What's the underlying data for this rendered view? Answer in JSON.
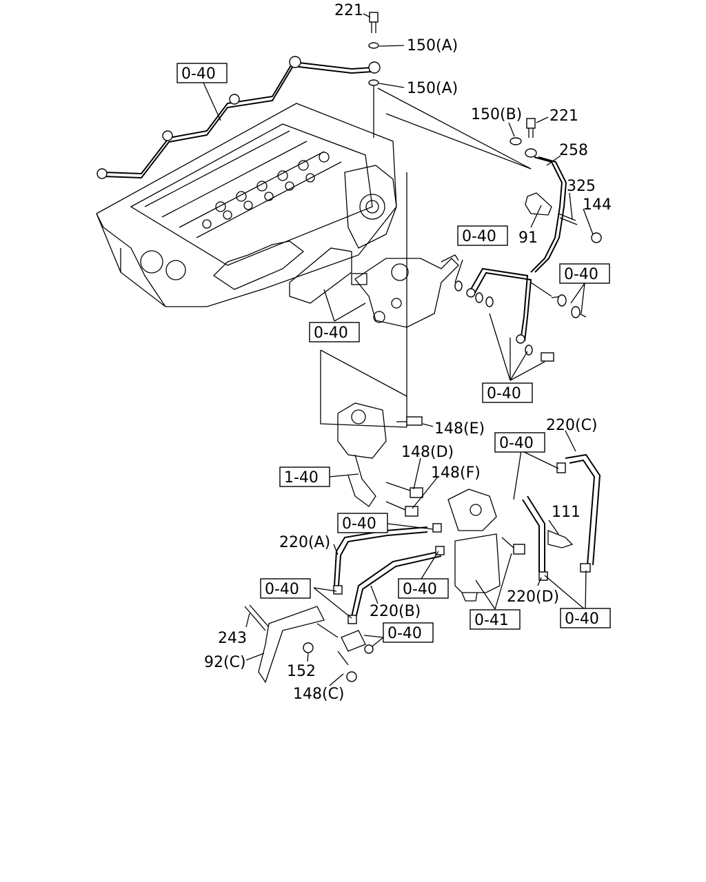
{
  "callouts": {
    "p221_top": "221",
    "p150a_1": "150(A)",
    "p150a_2": "150(A)",
    "p150b": "150(B)",
    "p221_right": "221",
    "p258": "258",
    "p325": "325",
    "p144": "144",
    "p91": "91",
    "p148e": "148(E)",
    "p148d": "148(D)",
    "p148f": "148(F)",
    "p220c": "220(C)",
    "p220a": "220(A)",
    "p220b": "220(B)",
    "p220d": "220(D)",
    "p111": "111",
    "p243": "243",
    "p92c": "92(C)",
    "p152": "152",
    "p148c": "148(C)"
  },
  "refs": {
    "r_topleft": "0-40",
    "r_right_mid": "0-40",
    "r_tee": "0-40",
    "r_pump": "0-40",
    "r_bolts": "0-40",
    "r_bracket": "1-40",
    "r_filter_top": "0-40",
    "r_hose_a": "0-40",
    "r_clamp_left": "0-40",
    "r_hose_b": "0-40",
    "r_clamp_bottom": "0-40",
    "r_filter": "0-41",
    "r_hose_d": "0-40"
  }
}
